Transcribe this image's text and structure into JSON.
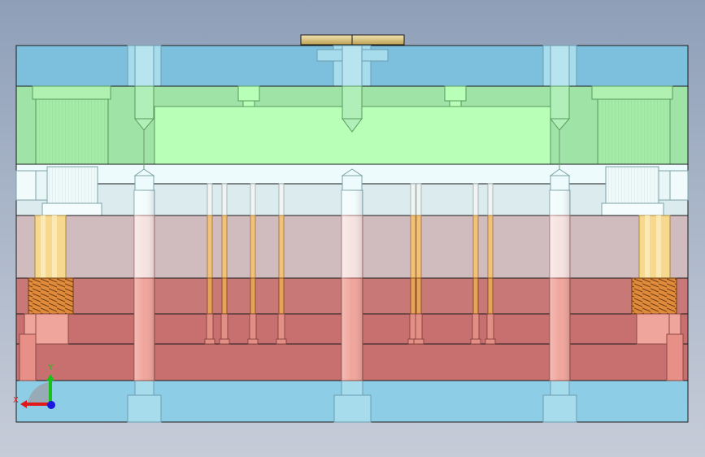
{
  "viewport": {
    "view": "front",
    "background_top": "#8e9fb8",
    "background_bottom": "#c6ccd8"
  },
  "model": {
    "plates": [
      {
        "name": "top-clamp-plate",
        "color": "#7dc0de"
      },
      {
        "name": "cavity-plate",
        "color": "#a8eeb0"
      },
      {
        "name": "stripper-plate",
        "color": "#e6f6f8"
      },
      {
        "name": "core-plate",
        "color": "#d0bbbe"
      },
      {
        "name": "support-plate",
        "color": "#c97878"
      },
      {
        "name": "ejector-retainer-plate",
        "color": "#c87070"
      },
      {
        "name": "bottom-clamp-plate",
        "color": "#8ecde6"
      }
    ],
    "colors": {
      "outline": "#1a1a1a",
      "guide_pin": "#a6e3ef",
      "sprue": "#e8d59a",
      "ejector_pin": "#e6a35a",
      "spring": "#d27a2a",
      "return_pin": "#f0a59c"
    }
  },
  "triad": {
    "x_label": "X",
    "y_label": "Y",
    "x_color": "#e01818",
    "y_color": "#18c018",
    "z_color": "#1818e0"
  }
}
